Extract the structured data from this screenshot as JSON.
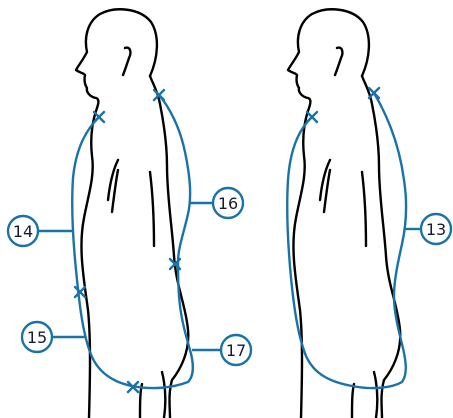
{
  "colors": {
    "route": "#1a73a8",
    "outline": "#000000",
    "label_text": "#1a1a2e"
  },
  "figures": [
    {
      "name": "left-body",
      "labels": [
        {
          "id": "label-14",
          "text": "14"
        },
        {
          "id": "label-15",
          "text": "15"
        },
        {
          "id": "label-16",
          "text": "16"
        },
        {
          "id": "label-17",
          "text": "17"
        }
      ]
    },
    {
      "name": "right-body",
      "labels": [
        {
          "id": "label-13",
          "text": "13"
        }
      ]
    }
  ]
}
